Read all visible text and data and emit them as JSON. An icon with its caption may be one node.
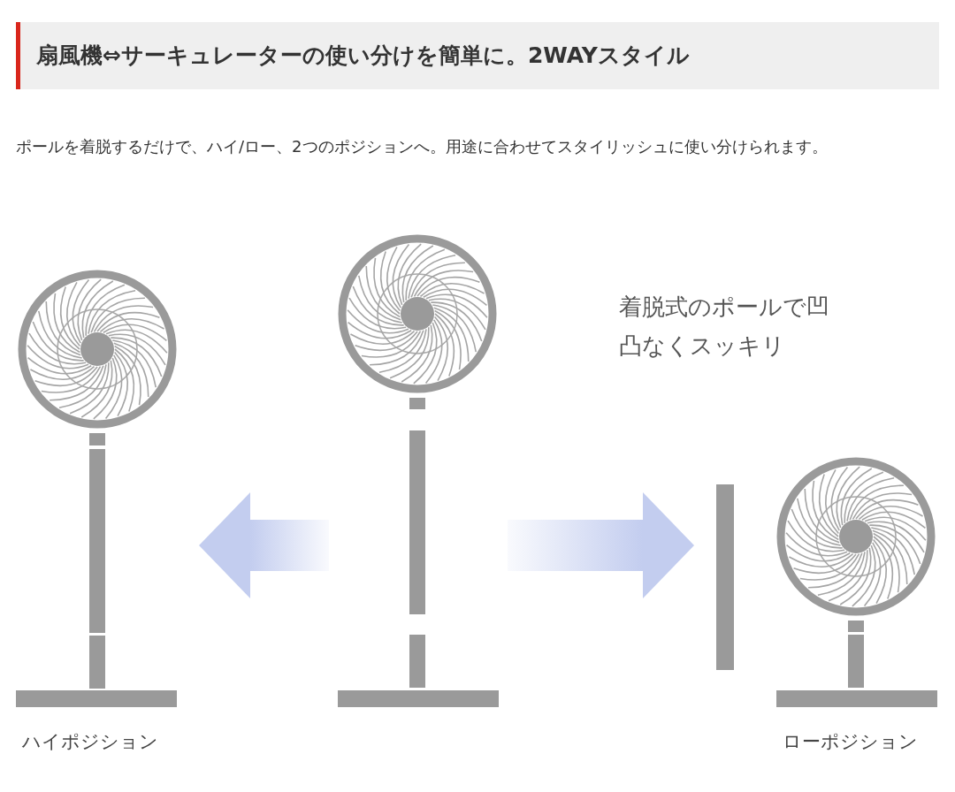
{
  "diagram": {
    "title": "扇風機⇔サーキュレーターの使い分けを簡単に。2WAYスタイル",
    "nodes": [
      {
        "text": [],
        "shape": "picture",
        "beside": [
          "ハイポジション"
        ]
      },
      {
        "text": [],
        "shape": "picture"
      },
      {
        "text": [],
        "shape": "picture",
        "beside": [
          "ローポジション"
        ]
      }
    ],
    "edges": [
      {
        "from": 1,
        "to": 0,
        "arrow": "to"
      },
      {
        "from": 1,
        "to": 2,
        "arrow": "to"
      }
    ],
    "labels": [
      "ポールを着脱するだけで、ハイ/ロー、2つのポジションへ。用途に合わせてスタイリッシュに使い分けられます。",
      "着脱式のポールで凹凸なくスッキリ"
    ]
  }
}
